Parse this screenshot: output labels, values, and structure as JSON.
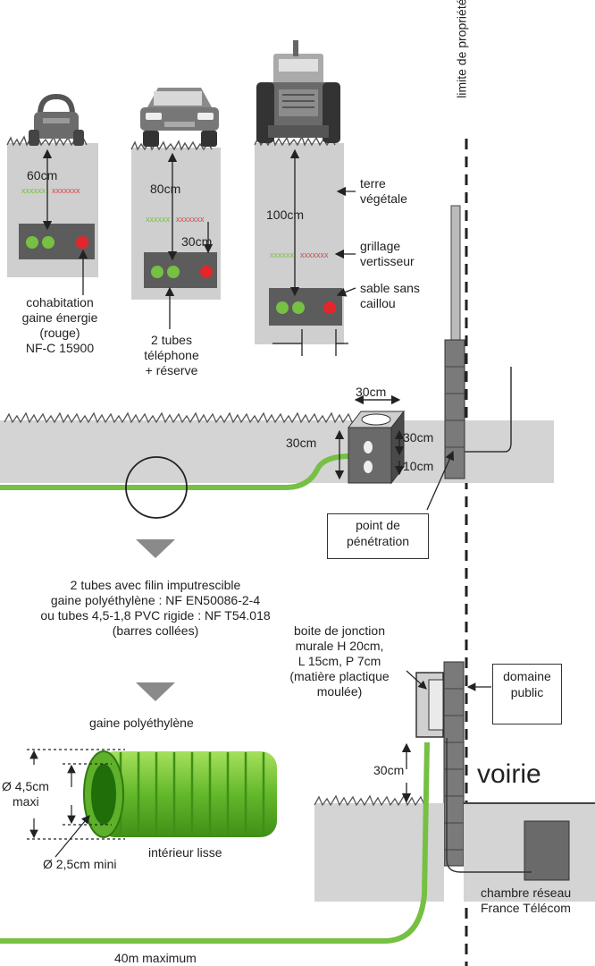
{
  "vertical_label": "limite de propriété",
  "trenches": {
    "garden": {
      "depth": "60cm",
      "caption": [
        "cohabitation",
        "gaine énergie",
        "(rouge)",
        "NF-C 15900"
      ]
    },
    "car": {
      "depth": "80cm",
      "gap": "30cm",
      "caption": [
        "2 tubes",
        "téléphone",
        "+ réserve"
      ]
    },
    "tractor": {
      "depth": "100cm"
    }
  },
  "layers": {
    "topsoil": [
      "terre",
      "végétale"
    ],
    "mesh": [
      "grillage",
      "vertisseur"
    ],
    "sand": [
      "sable sans",
      "caillou"
    ]
  },
  "chamber": {
    "width": "30cm",
    "height": "30cm",
    "right_top": "30cm",
    "right_bottom": "10cm"
  },
  "penetration": [
    "point de",
    "pénétration"
  ],
  "pipe_spec": [
    "2 tubes avec filin imputrescible",
    "gaine polyéthylène : NF EN50086-2-4",
    "ou tubes 4,5-1,8 PVC rigide : NF T54.018",
    "(barres collées)"
  ],
  "junction_box": [
    "boite de jonction",
    "murale H 20cm,",
    "L 15cm, P 7cm",
    "(matière plactique",
    "moulée)"
  ],
  "public_domain": [
    "domaine",
    "public"
  ],
  "tube": {
    "title": "gaine polyéthylène",
    "outer": "Ø 4,5cm",
    "outer_sub": "maxi",
    "inner": "Ø 2,5cm mini",
    "interior": "intérieur lisse"
  },
  "street": {
    "label": "voirie",
    "depth": "30cm"
  },
  "network": [
    "chambre réseau",
    "France Télécom"
  ],
  "max_length": "40m maximum",
  "colors": {
    "green": "#76c043",
    "red": "#e3262b",
    "grey_box": "#5c5c5c",
    "soil": "#c8c8c8"
  }
}
